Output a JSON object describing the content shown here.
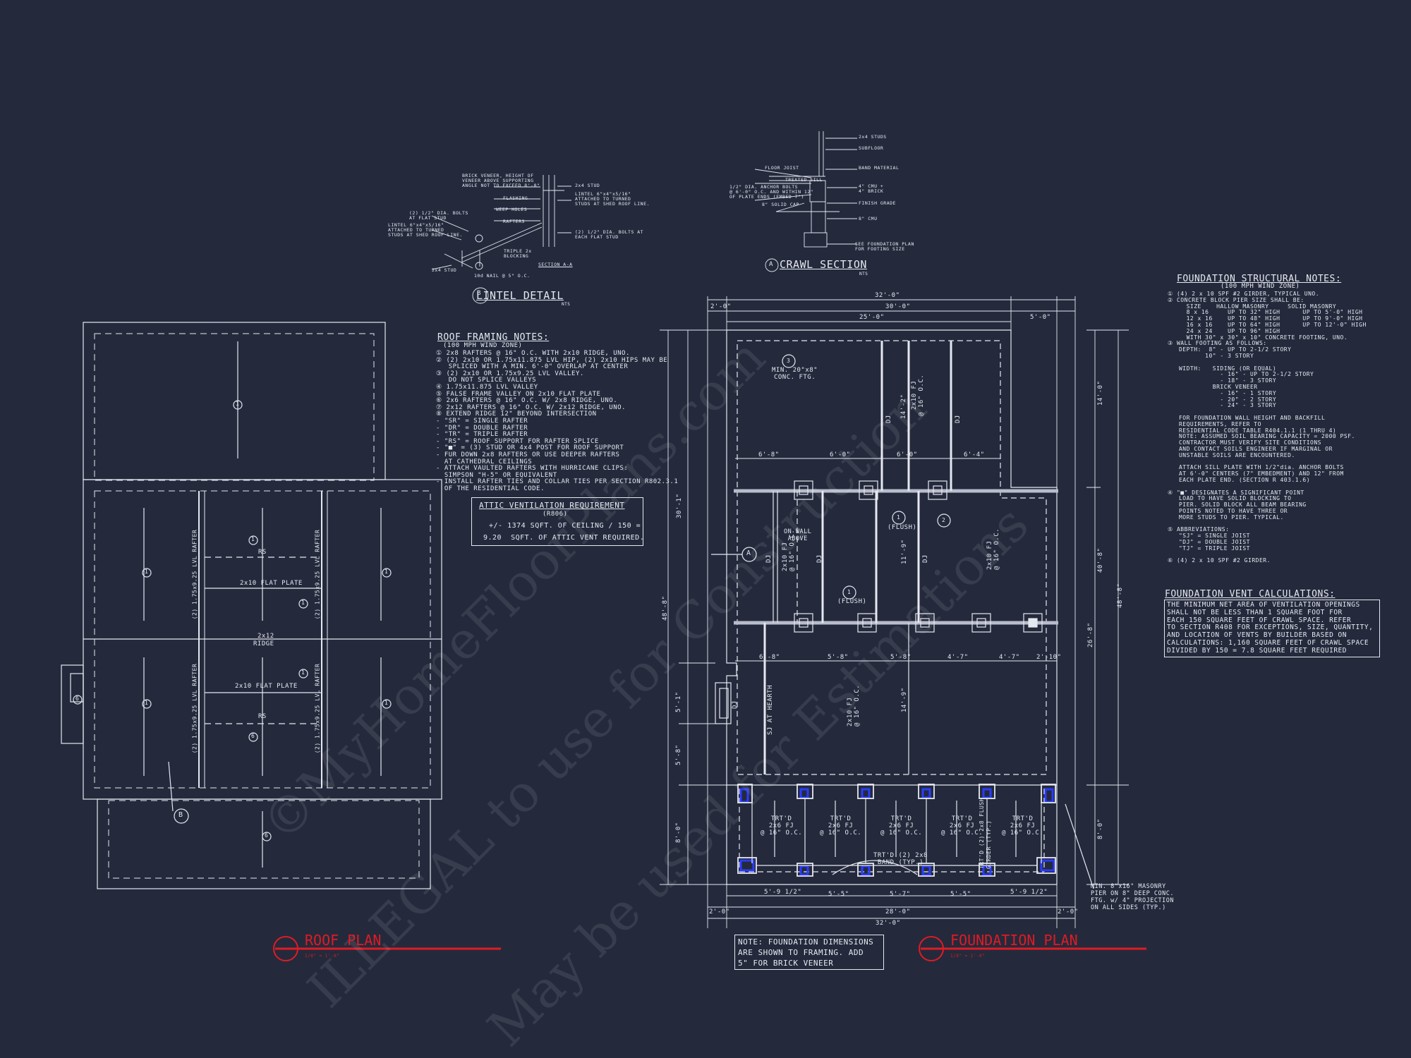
{
  "watermark": {
    "line1": "©MyHomeFloorPlans.com",
    "line2": "ILLEGAL to use for Construction",
    "line3": "May be used for Estimations"
  },
  "lintel_detail": {
    "title": "LINTEL DETAIL",
    "marker": "B",
    "scale": "NTS",
    "notes_left": [
      "BRICK VENEER, HEIGHT OF",
      "VENEER ABOVE SUPPORTING",
      "ANGLE NOT TO EXCEED 8'-0\"",
      "FLASHING",
      "WEEP HOLES",
      "RAFTERS",
      "(2) 1/2\" DIA. BOLTS",
      "AT FLAT STUD",
      "LINTEL 6\"x4\"x5/16\"",
      "ATTACHED TO TURNED",
      "STUDS AT SHED ROOF LINE.",
      "2x4 STUD",
      "10d NAIL @ 5\" O.C.",
      "TRIPLE 2x",
      "BLOCKING"
    ],
    "notes_right": [
      "2x4 STUD",
      "LINTEL 6\"x4\"x5/16\"",
      "ATTACHED TO TURNED",
      "STUDS AT SHED ROOF LINE.",
      "(2) 1/2\" DIA. BOLTS AT",
      "EACH FLAT STUD",
      "SECTION A-A"
    ]
  },
  "crawl_section": {
    "title": "CRAWL SECTION",
    "marker": "A",
    "scale": "NTS",
    "labels_right": [
      "2x4 STUDS",
      "SUBFLOOR",
      "BAND MATERIAL",
      "4\" CMU +",
      "4\" BRICK",
      "FINISH GRADE",
      "8\" CMU",
      "SEE FOUNDATION PLAN",
      "FOR FOOTING SIZE"
    ],
    "labels_left": [
      "FLOOR JOIST",
      "TREATED SILL",
      "1/2\" DIA. ANCHOR BOLTS",
      "@ 6'-0\" O.C. AND WITHIN 12\"",
      "OF PLATE ENDS (EMBED 7\")",
      "8\" SOLID CAP"
    ]
  },
  "roof_notes": {
    "title": "ROOF FRAMING NOTES:",
    "subtitle": "(100 MPH WIND ZONE)",
    "lines": [
      "① 2x8 RAFTERS @ 16\" O.C. WITH 2x10 RIDGE, UNO.",
      "② (2) 2x10 OR 1.75x11.875 LVL HIP, (2) 2x10 HIPS MAY BE",
      "   SPLICED WITH A MIN. 6'-0\" OVERLAP AT CENTER",
      "③ (2) 2x10 OR 1.75x9.25 LVL VALLEY.",
      "   DO NOT SPLICE VALLEYS",
      "④ 1.75x11.875 LVL VALLEY",
      "⑤ FALSE FRAME VALLEY ON 2x10 FLAT PLATE",
      "⑥ 2x6 RAFTERS @ 16\" O.C. W/ 2x8 RIDGE, UNO.",
      "⑦ 2x12 RAFTERS @ 16\" O.C. W/ 2x12 RIDGE, UNO.",
      "⑧ EXTEND RIDGE 12\" BEYOND INTERSECTION",
      "- \"SR\" = SINGLE RAFTER",
      "- \"DR\" = DOUBLE RAFTER",
      "- \"TR\" = TRIPLE RAFTER",
      "- \"RS\" = ROOF SUPPORT FOR RAFTER SPLICE",
      "- \"■\" = (3) STUD OR 4x4 POST FOR ROOF SUPPORT",
      "- FUR DOWN 2x8 RAFTERS OR USE DEEPER RAFTERS",
      "  AT CATHEDRAL CEILINGS",
      "- ATTACH VAULTED RAFTERS WITH HURRICANE CLIPS:",
      "  SIMPSON \"H-5\" OR EQUIVALENT",
      "- INSTALL RAFTER TIES AND COLLAR TIES PER SECTION R802.3.1",
      "  OF THE RESIDENTIAL CODE."
    ]
  },
  "attic_vent": {
    "title": "ATTIC VENTILATION REQUIREMENT",
    "code": "(R806)",
    "line1": "+/- 1374 SQFT. OF CEILING / 150 =",
    "line2": "9.20  SQFT. OF ATTIC VENT REQUIRED."
  },
  "foundation_notes": {
    "title": "FOUNDATION STRUCTURAL NOTES:",
    "subtitle": "(100 MPH WIND ZONE)",
    "lines": [
      "① (4) 2 x 10 SPF #2 GIRDER, TYPICAL UNO.",
      "② CONCRETE BLOCK PIER SIZE SHALL BE:",
      "     SIZE    HALLOW MASONRY     SOLID MASONRY",
      "     8 x 16     UP TO 32\" HIGH      UP TO 5'-0\" HIGH",
      "     12 x 16    UP TO 48\" HIGH      UP TO 9'-0\" HIGH",
      "     16 x 16    UP TO 64\" HIGH      UP TO 12'-0\" HIGH",
      "     24 x 24    UP TO 96\" HIGH",
      "     WITH 30\" x 30\" x 10\" CONCRETE FOOTING, UNO.",
      "③ WALL FOOTING AS FOLLOWS:",
      "   DEPTH:  8\" - UP TO 2-1/2 STORY",
      "          10\" - 3 STORY",
      "",
      "   WIDTH:   SIDING (OR EQUAL)",
      "              - 16\" - UP TO 2-1/2 STORY",
      "              - 18\" - 3 STORY",
      "            BRICK VENEER",
      "              - 16\" - 1 STORY",
      "              - 20\" - 2 STORY",
      "              - 24\" - 3 STORY",
      "",
      "   FOR FOUNDATION WALL HEIGHT AND BACKFILL",
      "   REQUIREMENTS, REFER TO",
      "   RESIDENTIAL CODE TABLE R404.1.1 (1 THRU 4)",
      "   NOTE: ASSUMED SOIL BEARING CAPACITY = 2000 PSF.",
      "   CONTRACTOR MUST VERIFY SITE CONDITIONS",
      "   AND CONTACT SOILS ENGINEER IF MARGINAL OR",
      "   UNSTABLE SOILS ARE ENCOUNTERED.",
      "",
      "   ATTACH SILL PLATE WITH 1/2\"dia. ANCHOR BOLTS",
      "   AT 6'-0\" CENTERS (7\" EMBEDMENT) AND 12\" FROM",
      "   EACH PLATE END. (SECTION R 403.1.6)",
      "",
      "④ \"■\" DESIGNATES A SIGNIFICANT POINT",
      "   LOAD TO HAVE SOLID BLOCKING TO",
      "   PIER. SOLID BLOCK ALL BEAM BEARING",
      "   POINTS NOTED TO HAVE THREE OR",
      "   MORE STUDS TO PIER. TYPICAL.",
      "",
      "⑤ ABBREVIATIONS:",
      "   \"SJ\" = SINGLE JOIST",
      "   \"DJ\" = DOUBLE JOIST",
      "   \"TJ\" = TRIPLE JOIST",
      "",
      "⑥ (4) 2 x 10 SPF #2 GIRDER."
    ]
  },
  "vent_calc": {
    "title": "FOUNDATION VENT CALCULATIONS:",
    "lines": [
      "THE MINIMUM NET AREA OF VENTILATION OPENINGS",
      "SHALL NOT BE LESS THAN 1 SQUARE FOOT FOR",
      "EACH 150 SQUARE FEET OF CRAWL SPACE. REFER",
      "TO SECTION R408 FOR EXCEPTIONS, SIZE, QUANTITY,",
      "AND LOCATION OF VENTS BY BUILDER BASED ON",
      "CALCULATIONS: 1,160 SQUARE FEET OF CRAWL SPACE",
      "DIVIDED BY 150 = 7.8 SQUARE FEET REQUIRED"
    ]
  },
  "foundation_note_box": {
    "lines": [
      "NOTE: FOUNDATION DIMENSIONS",
      "ARE SHOWN TO FRAMING. ADD",
      "5\" FOR BRICK VENEER"
    ]
  },
  "roof_plan": {
    "title": "ROOF PLAN",
    "scale": "1/8\" = 1'-0\"",
    "labels": {
      "flat_plate_1": "2x10 FLAT PLATE",
      "flat_plate_2": "2x10 FLAT PLATE",
      "ridge_a": "2x12",
      "ridge_b": "RIDGE",
      "rs_1": "RS",
      "rs_2": "RS",
      "lvl_1": "(2) 1.75x9.25 LVL RAFTER",
      "lvl_2": "(2) 1.75x9.25 LVL RAFTER",
      "lvl_3": "(2) 1.75x9.25 LVL RAFTER",
      "lvl_4": "(2) 1.75x9.25 LVL RAFTER",
      "tag_b": "B"
    },
    "tags": [
      "1",
      "1",
      "1",
      "1",
      "1",
      "1",
      "1",
      "1",
      "6",
      "6",
      "6",
      "6"
    ]
  },
  "foundation_plan": {
    "title": "FOUNDATION PLAN",
    "scale": "1/8\" = 1'-0\"",
    "dims_top": [
      "32'-0\"",
      "2'-0\"",
      "30'-0\"",
      "25'-0\"",
      "5'-0\""
    ],
    "dims_right": [
      "14'-0\"",
      "40'-8\"",
      "48'-8\"",
      "26'-8\"",
      "8'-0\""
    ],
    "dims_left": [
      "30'-1\"",
      "48'-8\"",
      "5'-1\"",
      "5'-8\"",
      "8'-0\""
    ],
    "dims_mid_row": [
      "6'-8\"",
      "6'-0\"",
      "6'-0\"",
      "6'-4\""
    ],
    "dims_low_row": [
      "6'-8\"",
      "5'-8\"",
      "5'-8\"",
      "4'-7\"",
      "4'-7\"",
      "2'-10\""
    ],
    "dims_bottom": [
      "5'-9 1/2\"",
      "5'-5\"",
      "5'-7\"",
      "5'-5\"",
      "5'-9 1/2\"",
      "2'-0\"",
      "28'-0\"",
      "2'-0\"",
      "32'-0\""
    ],
    "labels": {
      "conc_ftg": "MIN. 20\"x8\"\nCONC. FTG.",
      "fj_top": "2x10 FJ\n@ 16\" O.C.",
      "dj_1": "DJ",
      "dj_2": "DJ",
      "dj_3": "DJ",
      "dj_4": "DJ",
      "dj_5": "DJ",
      "dj_6": "DJ",
      "dim_142": "14'-2\"",
      "dim_119": "11'-9\"",
      "dim_149": "14'-9\"",
      "flush_1": "(FLUSH)",
      "flush_2": "(FLUSH)",
      "wall_above": "ON WALL\nABOVE",
      "fj_left": "2x10 FJ\n@ 16\" O.C.",
      "fj_right": "2x10 FJ\n@ 16\" O.C.",
      "fj_low": "2x10 FJ\n@ 16\" O.C.",
      "sj_hearth": "SJ AT HEARTH",
      "porch_fj": "TRT'D\n2x6 FJ\n@ 16\" O.C.",
      "band": "TRT'D (2) 2x8\nBAND (TYP.)",
      "girder": "TRT'D (2) 2x8 FLUSH\nGIRDER (TYP.)",
      "pier_note": "MIN. 8\"x16\" MASONRY\nPIER ON 8\" DEEP CONC.\nFTG. w/ 4\" PROJECTION\nON ALL SIDES (TYP.)",
      "tag_a": "A",
      "tag_1a": "1",
      "tag_1b": "1",
      "tag_2": "2",
      "tag_3": "3"
    }
  }
}
